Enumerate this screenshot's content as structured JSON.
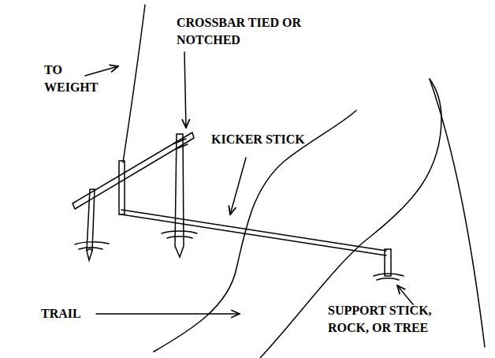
{
  "diagram": {
    "labels": [
      "TO WEIGHT",
      "CROSSBAR TIED OR NOTCHED",
      "KICKER STICK",
      "TRAIL",
      "SUPPORT STICK, ROCK, OR TREE"
    ]
  }
}
